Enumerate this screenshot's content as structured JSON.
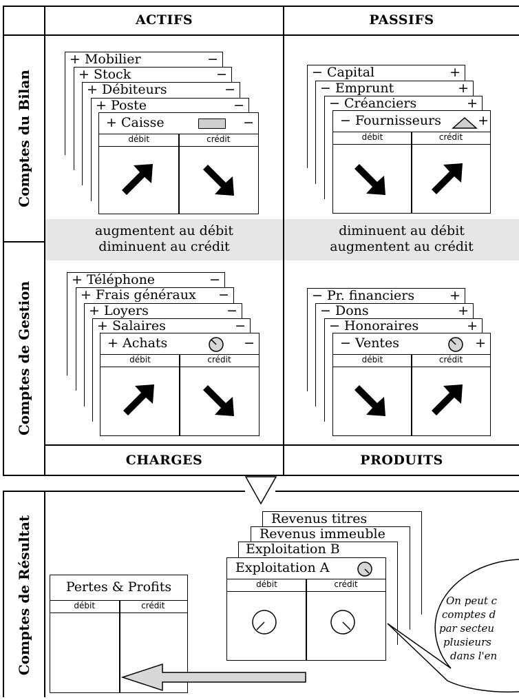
{
  "headers": {
    "actifs": "ACTIFS",
    "passifs": "PASSIFS",
    "charges": "CHARGES",
    "produits": "PRODUITS"
  },
  "side_labels": {
    "bilan": "Comptes du Bilan",
    "gestion": "Comptes de Gestion",
    "resultat": "Comptes de Résultat"
  },
  "actifs_stack": {
    "back_titles": [
      "Mobilier",
      "Stock",
      "Débiteurs",
      "Poste"
    ],
    "front_title": "Caisse",
    "debit": "débit",
    "credit": "crédit"
  },
  "passifs_stack": {
    "back_titles": [
      "Capital",
      "Emprunt",
      "Créanciers"
    ],
    "front_title": "Fournisseurs",
    "debit": "débit",
    "credit": "crédit"
  },
  "charges_stack": {
    "back_titles": [
      "Téléphone",
      "Frais généraux",
      "Loyers",
      "Salaires"
    ],
    "front_title": "Achats",
    "debit": "débit",
    "credit": "crédit"
  },
  "produits_stack": {
    "back_titles": [
      "Pr. financiers",
      "Dons",
      "Honoraires"
    ],
    "front_title": "Ventes",
    "debit": "débit",
    "credit": "crédit"
  },
  "band": {
    "left_line1": "augmentent au débit",
    "left_line2": "diminuent au crédit",
    "right_line1": "diminuent au débit",
    "right_line2": "augmentent au crédit"
  },
  "resultat": {
    "pp_title": "Pertes & Profits",
    "pp_debit": "débit",
    "pp_credit": "crédit",
    "exploit_back": [
      "Revenus titres",
      "Revenus immeuble",
      "Exploitation B"
    ],
    "exploit_front": "Exploitation A",
    "ex_debit": "débit",
    "ex_credit": "crédit"
  },
  "bubble": {
    "lines": [
      "On peut c",
      "comptes d",
      "par secteu",
      "plusieurs",
      "dans l'en"
    ]
  },
  "signs": {
    "plus": "+",
    "minus": "−"
  }
}
